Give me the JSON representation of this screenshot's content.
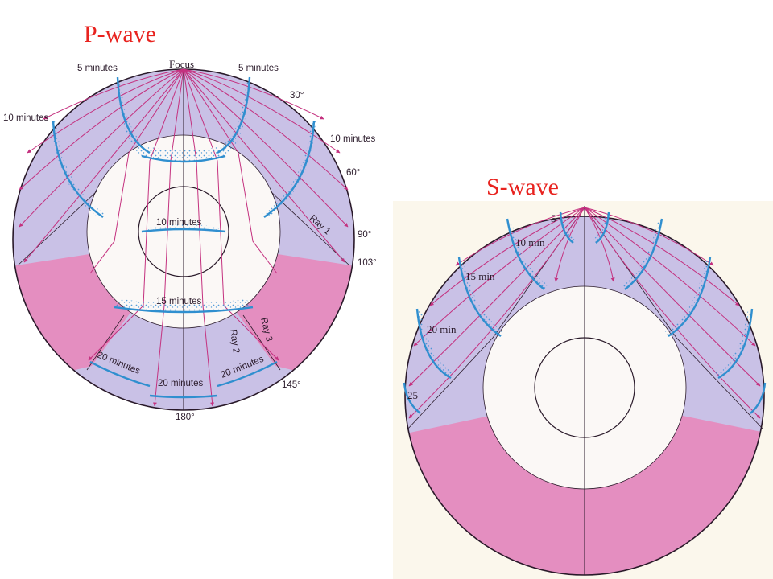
{
  "p_wave": {
    "title": "P-wave",
    "focus": "Focus",
    "time_labels": {
      "t5_left": "5 minutes",
      "t5_right": "5 minutes",
      "t10_left": "10 minutes",
      "t10_right": "10 minutes",
      "t10_core": "10 minutes",
      "t15_core": "15 minutes",
      "t20_left": "20 minutes",
      "t20_center": "20 minutes",
      "t20_right": "20 minutes"
    },
    "angles": {
      "a30": "30°",
      "a60": "60°",
      "a90": "90°",
      "a103": "103°",
      "a145": "145°",
      "a180": "180°"
    },
    "rays": {
      "ray1": "Ray 1",
      "ray2": "Ray 2",
      "ray3": "Ray 3"
    }
  },
  "s_wave": {
    "title": "S-wave",
    "time_labels": {
      "t5": "5",
      "t10": "10 min",
      "t15": "15 min",
      "t20": "20 min",
      "t25": "25"
    }
  },
  "colors": {
    "mantle_lavender": "#c9c1e6",
    "shadow_pink": "#e58fc0",
    "ray_magenta": "#c4317f",
    "wavefront_blue": "#2f8fcf",
    "core_white": "#fbf8f6",
    "title_red": "#e8231f"
  }
}
